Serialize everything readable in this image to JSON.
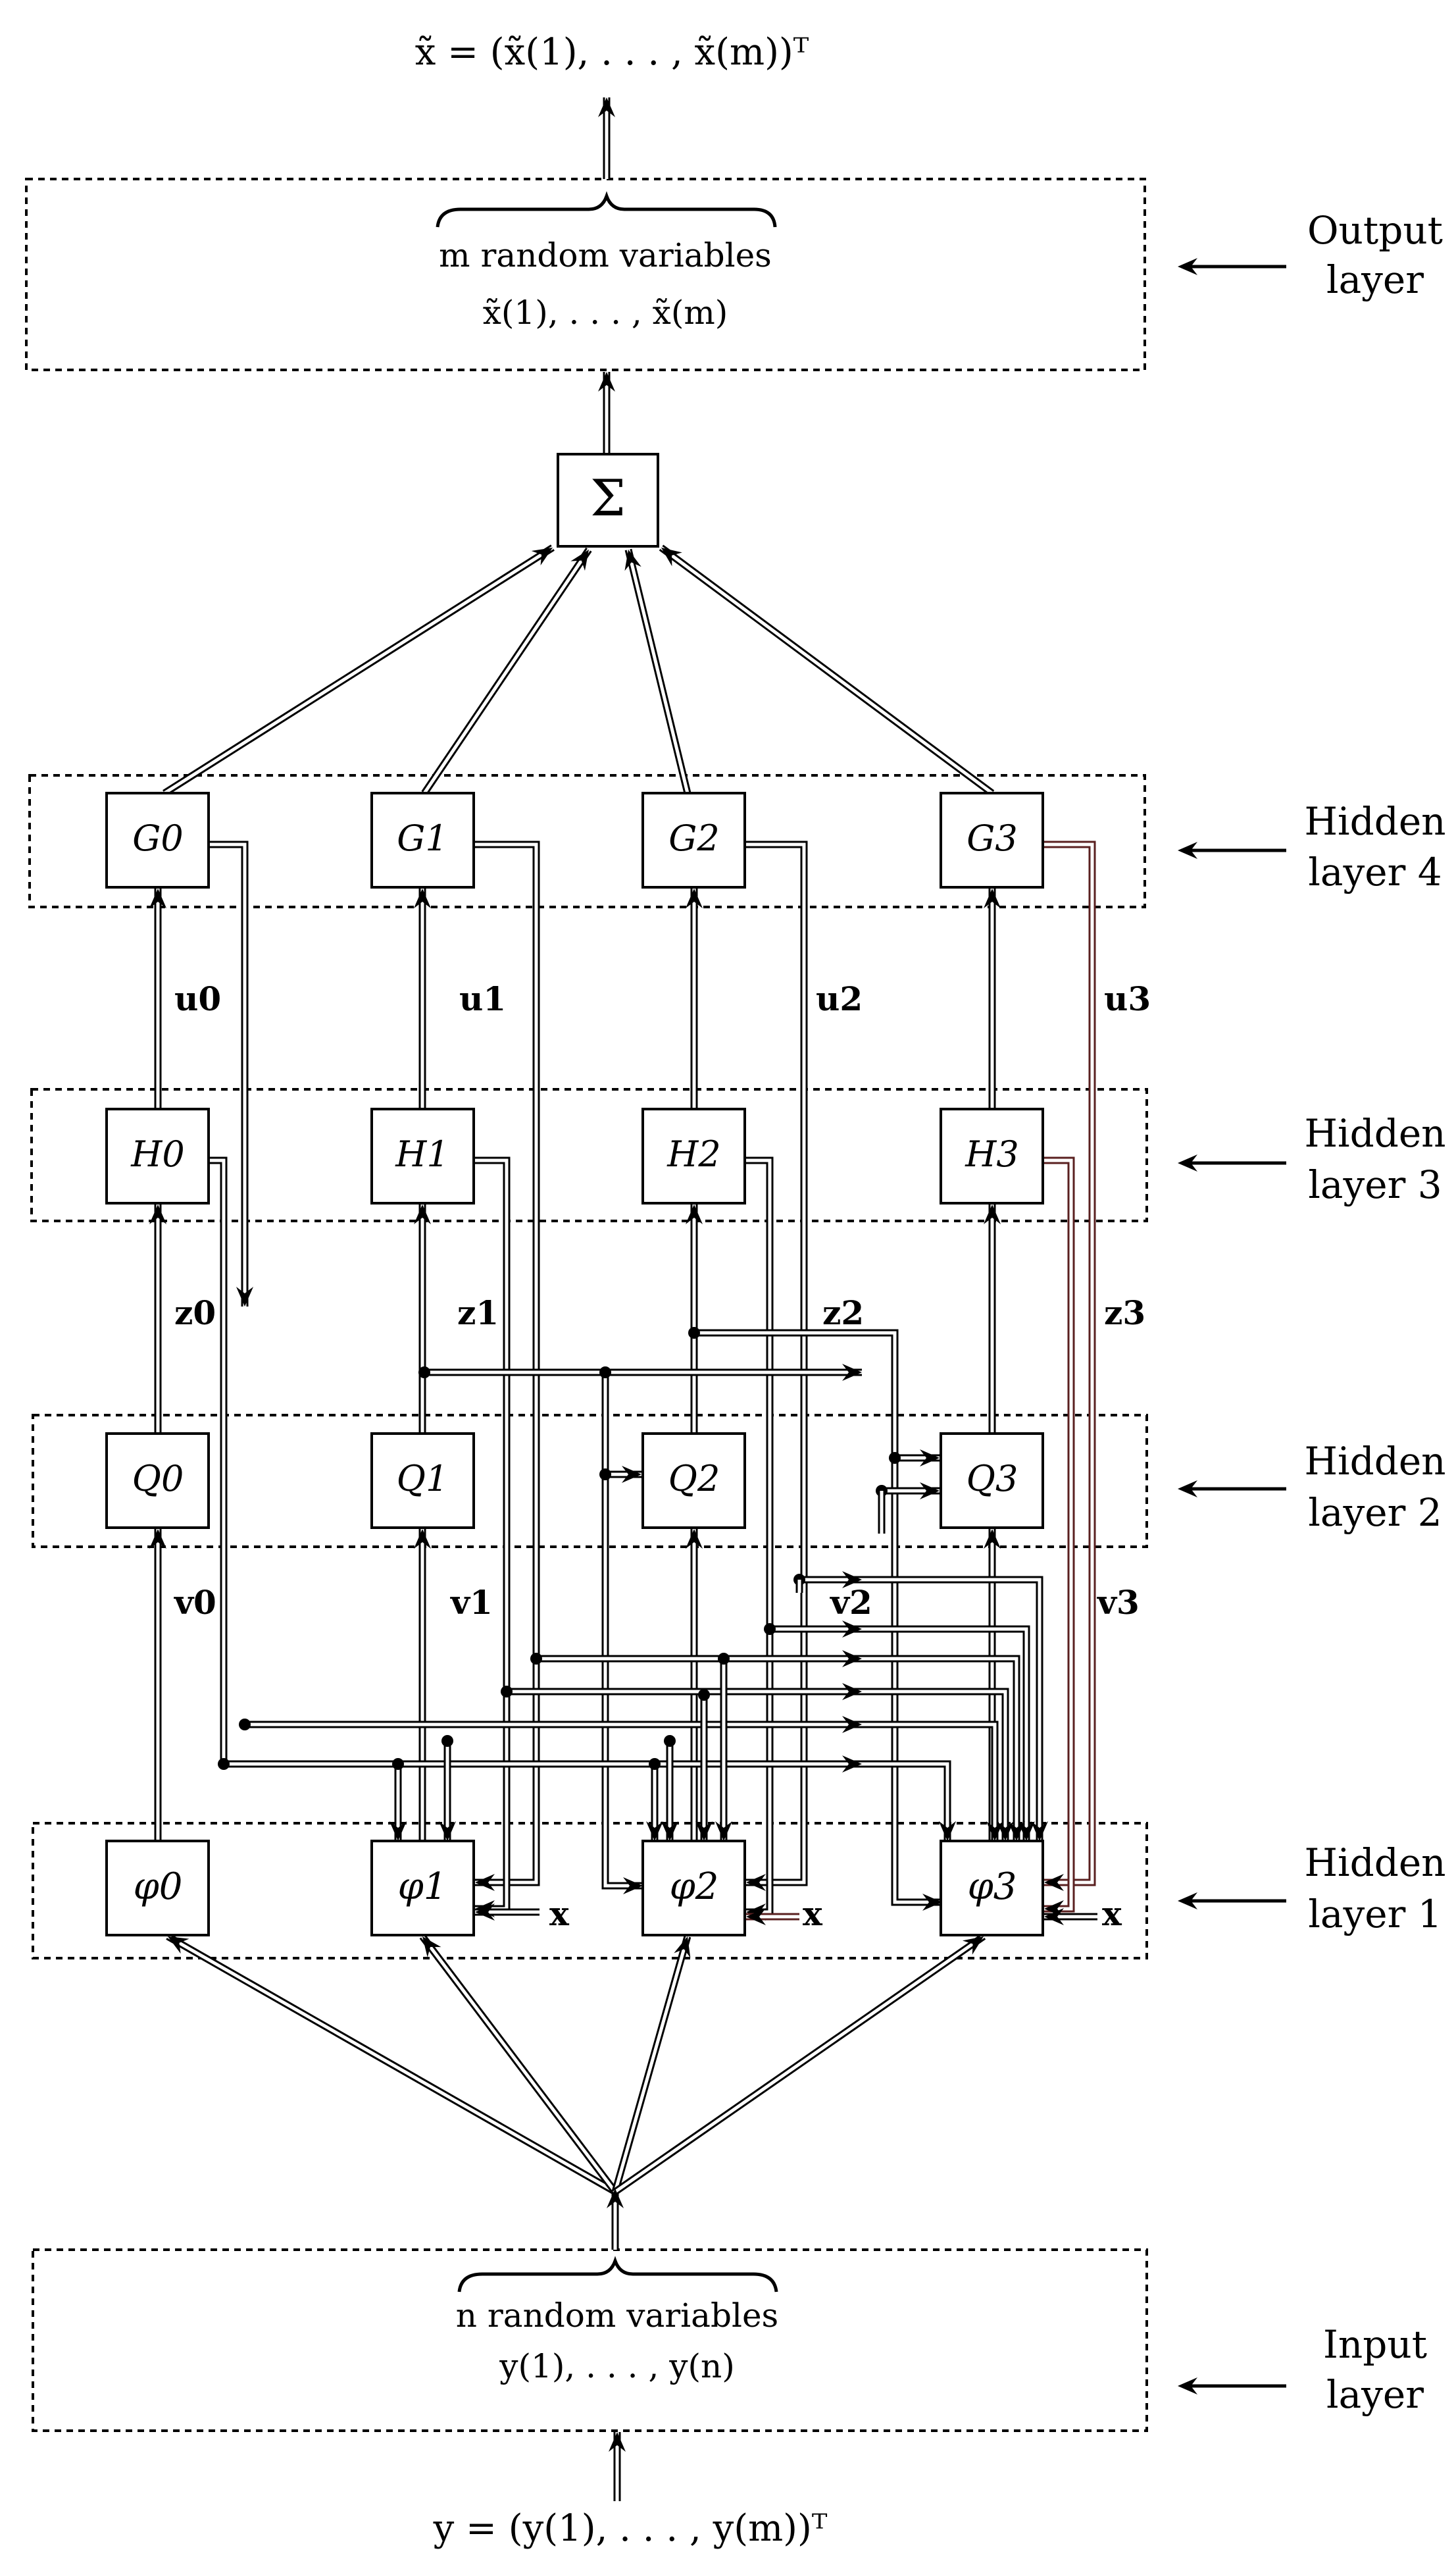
{
  "output": {
    "formula": "x̃ = (x̃(1), . . . , x̃(m))ᵀ",
    "brace_title": "m random variables",
    "vars": "x̃(1), . . . , x̃(m)"
  },
  "sum_symbol": "Σ",
  "input": {
    "brace_title": "n random variables",
    "vars": "y(1), . . . , y(n)",
    "formula": "y = (y(1), . . . , y(m))ᵀ"
  },
  "layer_labels": [
    {
      "line1": "Output",
      "line2": "layer"
    },
    {
      "line1": "Hidden",
      "line2": "layer 4"
    },
    {
      "line1": "Hidden",
      "line2": "layer 3"
    },
    {
      "line1": "Hidden",
      "line2": "layer 2"
    },
    {
      "line1": "Hidden",
      "line2": "layer 1"
    },
    {
      "line1": "Input",
      "line2": "layer"
    }
  ],
  "nodes": {
    "G": [
      "G0",
      "G1",
      "G2",
      "G3"
    ],
    "H": [
      "H0",
      "H1",
      "H2",
      "H3"
    ],
    "Q": [
      "Q0",
      "Q1",
      "Q2",
      "Q3"
    ],
    "phi": [
      "φ0",
      "φ1",
      "φ2",
      "φ3"
    ]
  },
  "edge_labels": {
    "u": [
      "u0",
      "u1",
      "u2",
      "u3"
    ],
    "z": [
      "z0",
      "z1",
      "z2",
      "z3"
    ],
    "v": [
      "v0",
      "v1",
      "v2",
      "v3"
    ],
    "x": [
      "x",
      "x",
      "x"
    ]
  }
}
